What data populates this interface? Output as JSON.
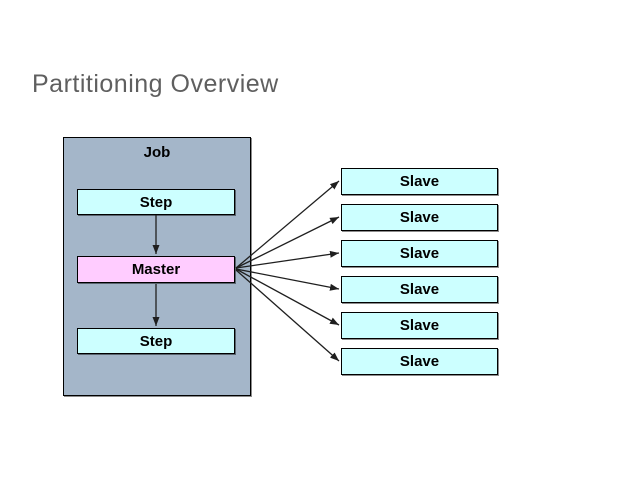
{
  "title": "Partitioning Overview",
  "colors": {
    "background": "#ffffff",
    "title_text": "#5f5f5f",
    "job_fill": "#a4b6c9",
    "step_fill": "#ccffff",
    "master_fill": "#ffccff",
    "node_border": "#000000",
    "arrow": "#1f1f1f",
    "label_text": "#000000"
  },
  "diagram": {
    "job": {
      "label": "Job"
    },
    "step_top": {
      "label": "Step"
    },
    "master": {
      "label": "Master"
    },
    "step_bottom": {
      "label": "Step"
    },
    "slaves": [
      {
        "label": "Slave"
      },
      {
        "label": "Slave"
      },
      {
        "label": "Slave"
      },
      {
        "label": "Slave"
      },
      {
        "label": "Slave"
      },
      {
        "label": "Slave"
      }
    ]
  }
}
